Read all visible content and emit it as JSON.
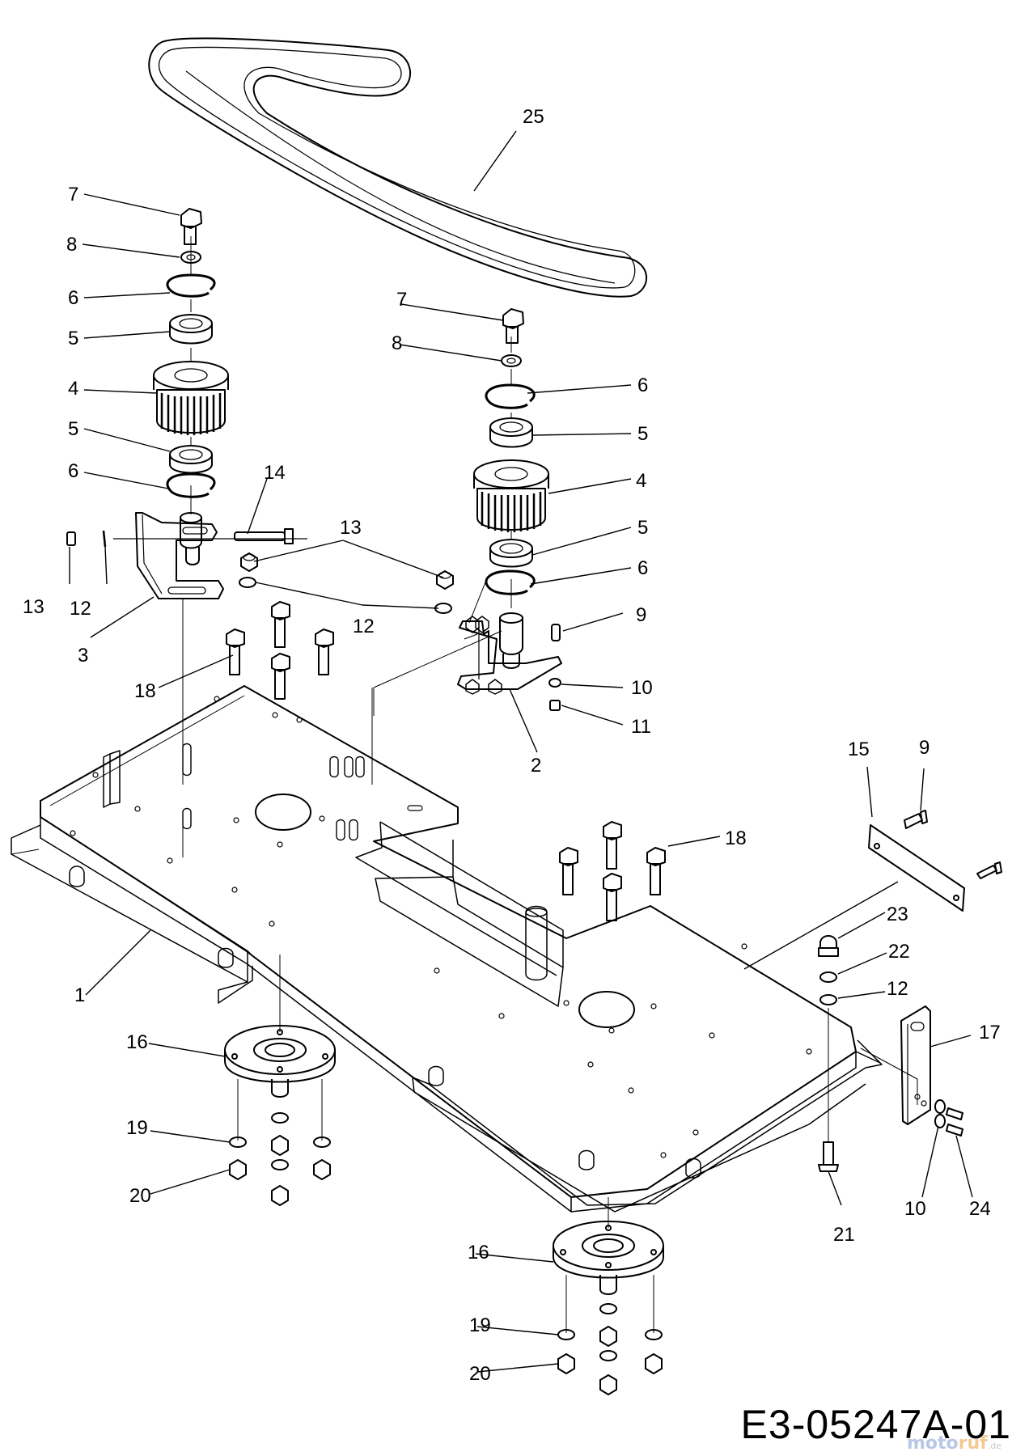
{
  "drawing_code": "E3-05247A-01",
  "watermark": {
    "part_a": "moto",
    "part_b": "ruf",
    "suffix": ".de"
  },
  "part_labels": {
    "p1": "1",
    "p2": "2",
    "p3": "3",
    "p4a": "4",
    "p4b": "4",
    "p5a": "5",
    "p5b": "5",
    "p5c": "5",
    "p5d": "5",
    "p6a": "6",
    "p6b": "6",
    "p6c": "6",
    "p6d": "6",
    "p7a": "7",
    "p7b": "7",
    "p8a": "8",
    "p8b": "8",
    "p9a": "9",
    "p9b": "9",
    "p10a": "10",
    "p10b": "10",
    "p11": "11",
    "p12a": "12",
    "p12b": "12",
    "p12c": "12",
    "p13a": "13",
    "p13b": "13",
    "p14": "14",
    "p15": "15",
    "p16a": "16",
    "p16b": "16",
    "p17": "17",
    "p18a": "18",
    "p18b": "18",
    "p19a": "19",
    "p19b": "19",
    "p20a": "20",
    "p20b": "20",
    "p21": "21",
    "p22": "22",
    "p23": "23",
    "p24": "24",
    "p25": "25"
  }
}
